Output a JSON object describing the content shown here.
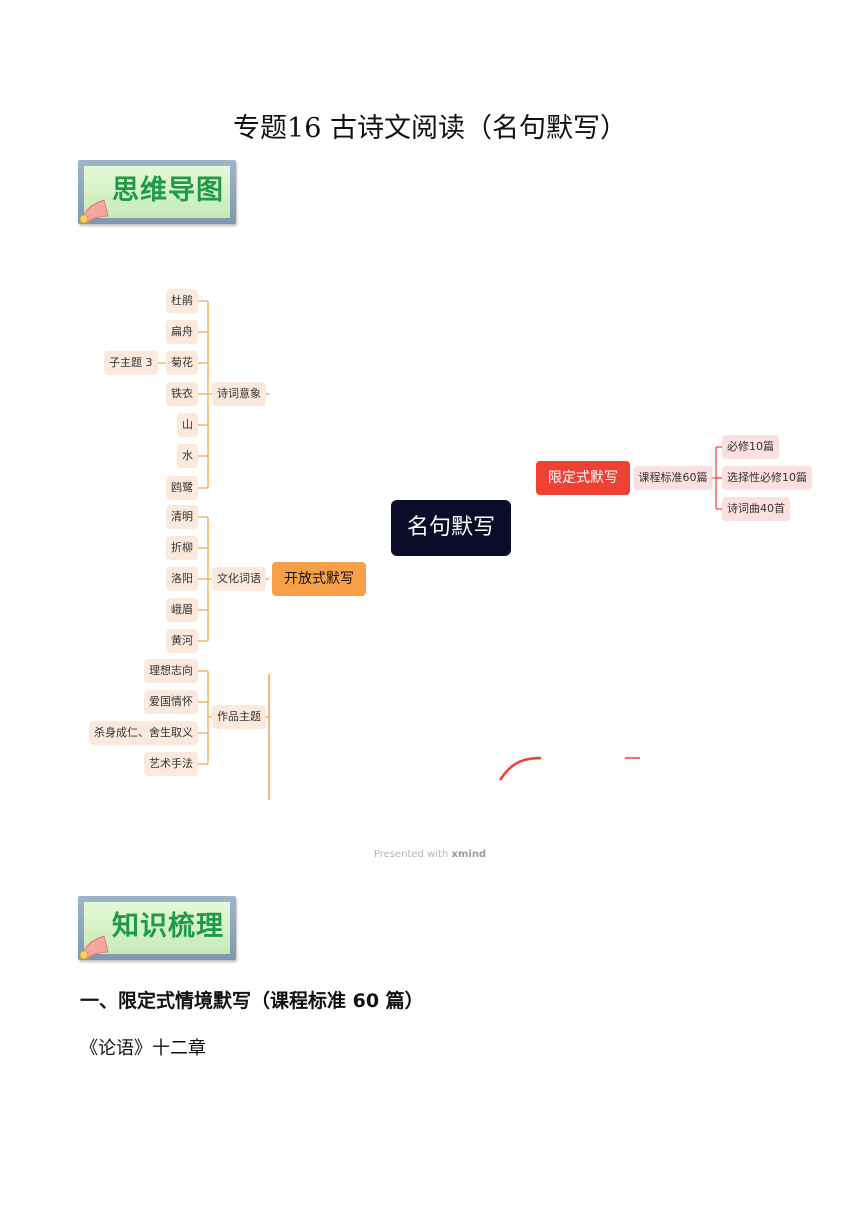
{
  "document": {
    "title": "专题16  古诗文阅读（名句默写）",
    "banner1": "思维导图",
    "banner2": "知识梳理",
    "watermark_prefix": "Presented with",
    "watermark_brand": "xmind",
    "heading1": "一、限定式情境默写（课程标准 60 篇）",
    "heading2": "《论语》十二章"
  },
  "colors": {
    "orange_branch": "#f6a04a",
    "red_branch": "#ef4034",
    "root": "#0b0b2a",
    "banner_green": "#1f9a46"
  },
  "mindmap": {
    "root": "名句默写",
    "open": {
      "label": "开放式默写",
      "groups": [
        {
          "label": "诗词意象",
          "items": [
            "杜鹃",
            "扁舟",
            "菊花",
            "铁衣",
            "山",
            "水",
            "鸥鹭"
          ],
          "sub": {
            "parent": "菊花",
            "label": "子主题 3"
          }
        },
        {
          "label": "文化词语",
          "items": [
            "清明",
            "折柳",
            "洛阳",
            "峨眉",
            "黄河"
          ]
        },
        {
          "label": "作品主题",
          "items": [
            "理想志向",
            "爱国情怀",
            "杀身成仁、舍生取义",
            "艺术手法"
          ]
        }
      ]
    },
    "limited": {
      "label": "限定式默写",
      "groups": [
        {
          "label": "课程标准60篇",
          "items": [
            "必修10篇",
            "选择性必修10篇",
            "诗词曲40首"
          ]
        }
      ]
    }
  }
}
